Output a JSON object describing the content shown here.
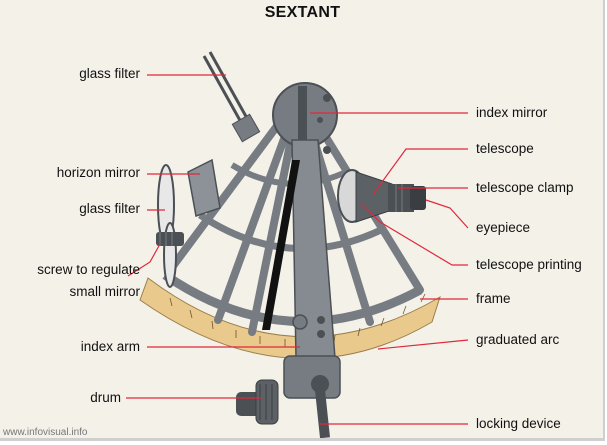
{
  "title": "SEXTANT",
  "labels_left": [
    {
      "id": "glass-filter-top",
      "text": "glass filter"
    },
    {
      "id": "horizon-mirror",
      "text": "horizon mirror"
    },
    {
      "id": "glass-filter-side",
      "text": "glass filter"
    },
    {
      "id": "screw-regulate",
      "text": "screw to regulate"
    },
    {
      "id": "small-mirror",
      "text": "small mirror"
    },
    {
      "id": "index-arm",
      "text": "index arm"
    },
    {
      "id": "drum",
      "text": "drum"
    }
  ],
  "labels_right": [
    {
      "id": "index-mirror",
      "text": "index mirror"
    },
    {
      "id": "telescope",
      "text": "telescope"
    },
    {
      "id": "telescope-clamp",
      "text": "telescope clamp"
    },
    {
      "id": "eyepiece",
      "text": "eyepiece"
    },
    {
      "id": "telescope-printing",
      "text": "telescope printing"
    },
    {
      "id": "frame",
      "text": "frame"
    },
    {
      "id": "graduated-arc",
      "text": "graduated arc"
    },
    {
      "id": "locking-device",
      "text": "locking device"
    }
  ],
  "footer": "www.infovisual.info",
  "colors": {
    "leader": "#e0283c",
    "metal": "#777c82",
    "metal_dark": "#4b5055",
    "arc": "#e9c98c",
    "background": "#f4f1e9"
  }
}
